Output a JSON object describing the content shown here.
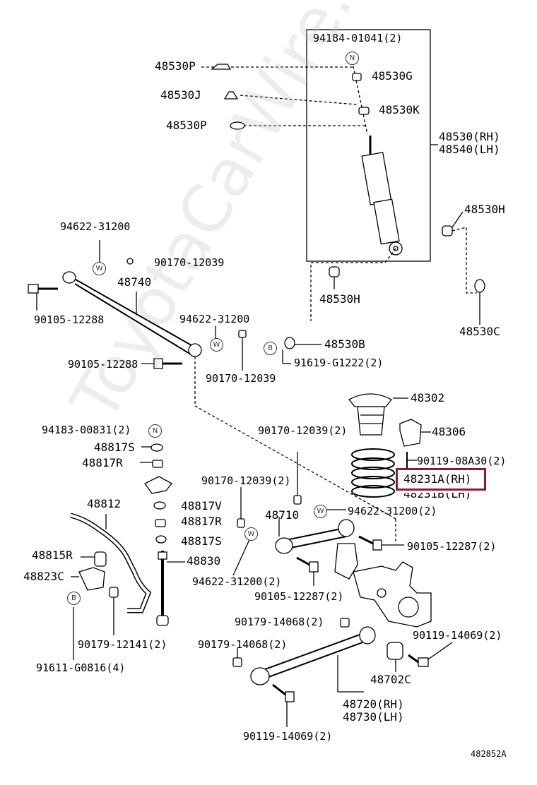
{
  "diagram_id": "482852A",
  "watermark": "ToyotaCarWire.ru",
  "labels": {
    "l94184_01041": "94184-01041(2)",
    "l48530P_a": "48530P",
    "l48530G": "48530G",
    "l48530J": "48530J",
    "l48530K": "48530K",
    "l48530P_b": "48530P",
    "l48530RH": "48530(RH)",
    "l48540LH": "48540(LH)",
    "l94622_31200_a": "94622-31200",
    "l90170_12039_a": "90170-12039",
    "l48740": "48740",
    "l48530H_a": "48530H",
    "l48530H_b": "48530H",
    "l90105_12288_a": "90105-12288",
    "l94622_31200_b": "94622-31200",
    "l48530B": "48530B",
    "l48530C": "48530C",
    "l90105_12288_b": "90105-12288",
    "l91619_G1222": "91619-G1222(2)",
    "l90170_12039_b": "90170-12039",
    "l48302": "48302",
    "l94183_00831": "94183-00831(2)",
    "l90170_12039_2a": "90170-12039(2)",
    "l48306": "48306",
    "l48817S_a": "48817S",
    "l48817R_a": "48817R",
    "l90119_08A30": "90119-08A30(2)",
    "l48231A": "48231A(RH)",
    "l48231B": "48231B(LH)",
    "l90170_12039_2b": "90170-12039(2)",
    "l48812": "48812",
    "l48817V": "48817V",
    "l48710": "48710",
    "l94622_31200_2a": "94622-31200(2)",
    "l48817R_b": "48817R",
    "l48817S_b": "48817S",
    "l48815R": "48815R",
    "l90105_12287_a": "90105-12287(2)",
    "l48830": "48830",
    "l48823C": "48823C",
    "l94622_31200_2b": "94622-31200(2)",
    "l90105_12287_b": "90105-12287(2)",
    "l90179_14068_a": "90179-14068(2)",
    "l90179_12141": "90179-12141(2)",
    "l90119_14069_a": "90119-14069(2)",
    "l90179_14068_b": "90179-14068(2)",
    "l91611_G0816": "91611-G0816(4)",
    "l48702C": "48702C",
    "l48720RH": "48720(RH)",
    "l48730LH": "48730(LH)",
    "l90119_14069_b": "90119-14069(2)"
  },
  "markers": {
    "n1": "N",
    "n2": "N",
    "w1": "W",
    "w2": "W",
    "w3": "W",
    "w4": "W",
    "b1": "B",
    "b2": "B"
  },
  "colors": {
    "highlight": "#8b1a3a",
    "line": "#000000"
  }
}
